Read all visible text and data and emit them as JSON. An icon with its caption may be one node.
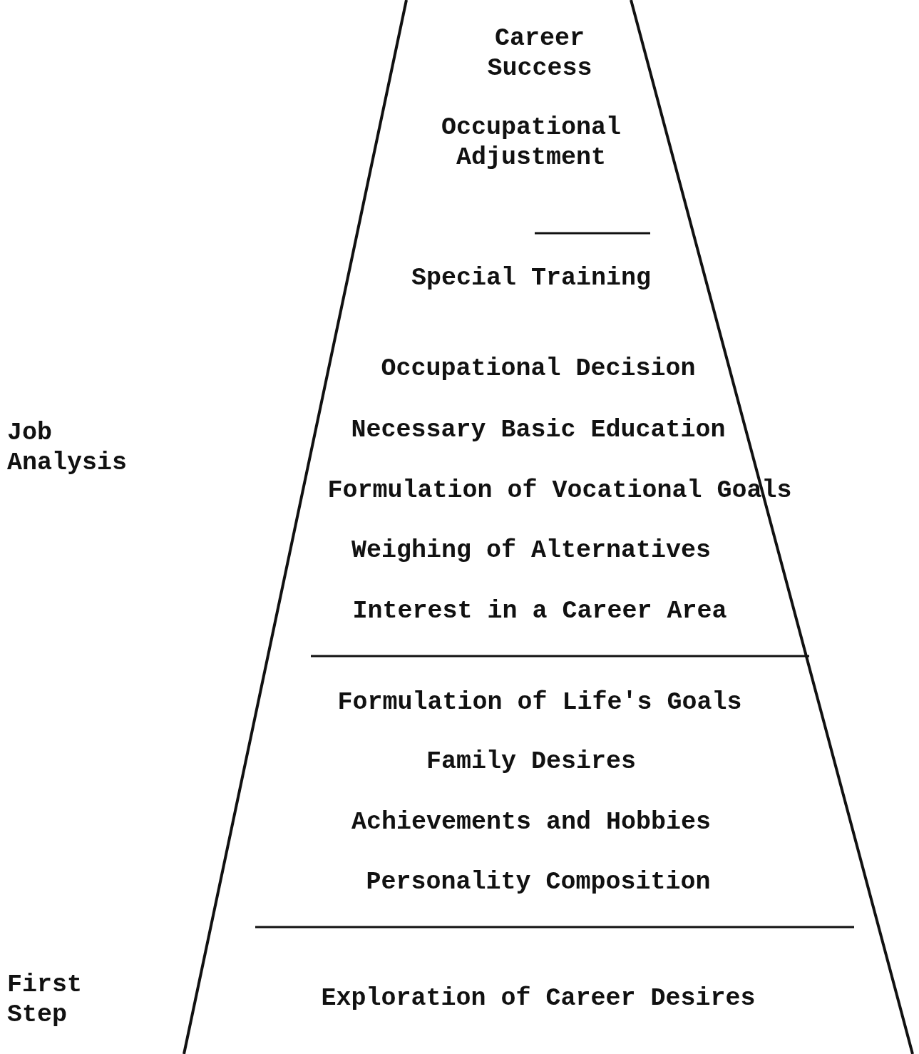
{
  "diagram": {
    "nodes": [
      {
        "text": [
          "Career Success",
          "Occupational Adjustment"
        ]
      },
      {
        "text": [
          "Special Training",
          "Occupational Decision",
          "Necessary Basic Education",
          "Formulation of Vocational Goals",
          "Weighing of Alternatives",
          "Interest in a Career Area"
        ]
      },
      {
        "text": [
          "Formulation of Life's Goals",
          "Family Desires",
          "Achievements and Hobbies",
          "Personality Composition"
        ]
      },
      {
        "text": [
          "Exploration of Career Desires"
        ]
      }
    ],
    "labels": [
      "Job Analysis",
      "First Step"
    ]
  }
}
